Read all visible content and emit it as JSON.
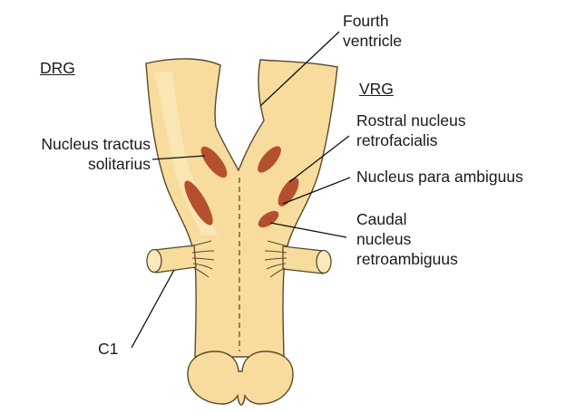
{
  "headings": {
    "dorsal_group": "DRG",
    "ventral_group": "VRG"
  },
  "labels": {
    "fourth_ventricle": [
      "Fourth",
      "ventricle"
    ],
    "nucleus_tractus_solitarius": [
      "Nucleus tractus",
      "solitarius"
    ],
    "rostral_nucleus": [
      "Rostral nucleus",
      "retrofacialis"
    ],
    "nucleus_para_ambiguus": [
      "Nucleus para ambiguus"
    ],
    "caudal_nucleus": [
      "Caudal",
      "nucleus",
      "retroambiguus"
    ],
    "c1": [
      "C1"
    ]
  },
  "colors": {
    "tissue": "#f7dc9e",
    "tissue_highlight": "#fbe8bd",
    "outline": "#5a4a2a",
    "nucleus": "#b5502e",
    "text": "#1a1a1a"
  }
}
